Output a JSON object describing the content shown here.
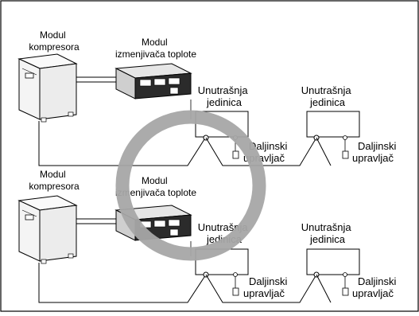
{
  "system_top": {
    "compressor_label": [
      "Modul",
      "kompresora"
    ],
    "exchanger_label": [
      "Modul",
      "izmenjivača toplote"
    ],
    "indoor_1_label": [
      "Unutrašnja",
      "jedinica"
    ],
    "indoor_2_label": [
      "Unutrašnja",
      "jedinica"
    ],
    "remote_1_label": [
      "Daljinski",
      "upravljač"
    ],
    "remote_2_label": [
      "Daljinski",
      "upravljač"
    ]
  },
  "system_bottom": {
    "compressor_label": [
      "Modul",
      "kompresora"
    ],
    "exchanger_label": [
      "Modul",
      "izmenjivača toplote"
    ],
    "indoor_1_label": [
      "Unutrašnja",
      "jedinica"
    ],
    "indoor_2_label": [
      "Unutrašnja",
      "jedinica"
    ],
    "remote_1_label": [
      "Daljinski",
      "upravljač"
    ],
    "remote_2_label": [
      "Daljinski",
      "upravljač"
    ]
  },
  "colors": {
    "ring": "#a6a6a6",
    "line": "#000000",
    "unit_fill": "#f2f2f2",
    "exchanger_dark": "#2b2b2b"
  }
}
